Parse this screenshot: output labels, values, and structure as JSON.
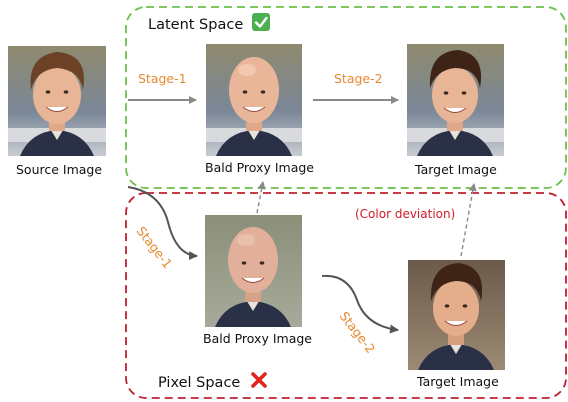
{
  "latent_space": {
    "title": "Latent Space",
    "status_icon": "check-mark-icon",
    "border_color": "#6cc04a"
  },
  "pixel_space": {
    "title": "Pixel Space",
    "status_icon": "cross-mark-icon",
    "border_color": "#c0202e"
  },
  "source": {
    "label": "Source Image"
  },
  "latent_proxy": {
    "label": "Bald Proxy Image"
  },
  "latent_target": {
    "label": "Target Image"
  },
  "pixel_proxy": {
    "label": "Bald Proxy Image"
  },
  "pixel_target": {
    "label": "Target Image"
  },
  "stages": {
    "latent_stage1": "Stage-1",
    "latent_stage2": "Stage-2",
    "pixel_stage1": "Stage-1",
    "pixel_stage2": "Stage-2"
  },
  "note": "(Color deviation)",
  "colors": {
    "stage_text": "#e8892e",
    "note_text": "#d21c2c",
    "arrow": "#8a8a8a"
  }
}
